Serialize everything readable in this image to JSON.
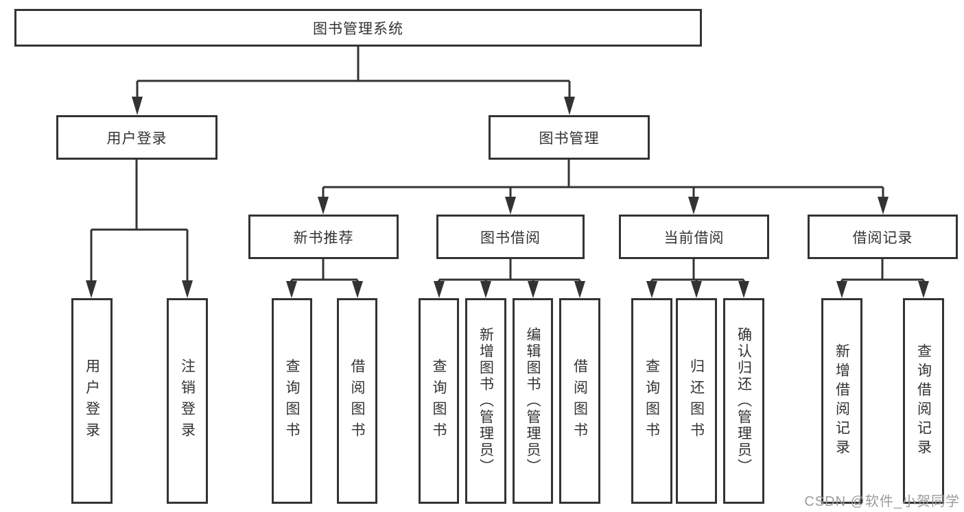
{
  "tree": {
    "label": "图书管理系统",
    "children": [
      {
        "label": "用户登录",
        "children": [
          {
            "label": "用户登录"
          },
          {
            "label": "注销登录"
          }
        ]
      },
      {
        "label": "图书管理",
        "children": [
          {
            "label": "新书推荐",
            "children": [
              {
                "label": "查询图书"
              },
              {
                "label": "借阅图书"
              }
            ]
          },
          {
            "label": "图书借阅",
            "children": [
              {
                "label": "查询图书"
              },
              {
                "label": "新增图书（管理员）"
              },
              {
                "label": "编辑图书（管理员）"
              },
              {
                "label": "借阅图书"
              }
            ]
          },
          {
            "label": "当前借阅",
            "children": [
              {
                "label": "查询图书"
              },
              {
                "label": "归还图书"
              },
              {
                "label": "确认归还（管理员）"
              }
            ]
          },
          {
            "label": "借阅记录",
            "children": [
              {
                "label": "新增借阅记录"
              },
              {
                "label": "查询借阅记录"
              }
            ]
          }
        ]
      }
    ]
  },
  "watermark": {
    "text": "CSDN @软件_小贺同学"
  },
  "colors": {
    "line": "#333333",
    "text": "#333333",
    "box_background": "#ffffff",
    "page_background": "#ffffff",
    "watermark": "#9b9ba0"
  }
}
